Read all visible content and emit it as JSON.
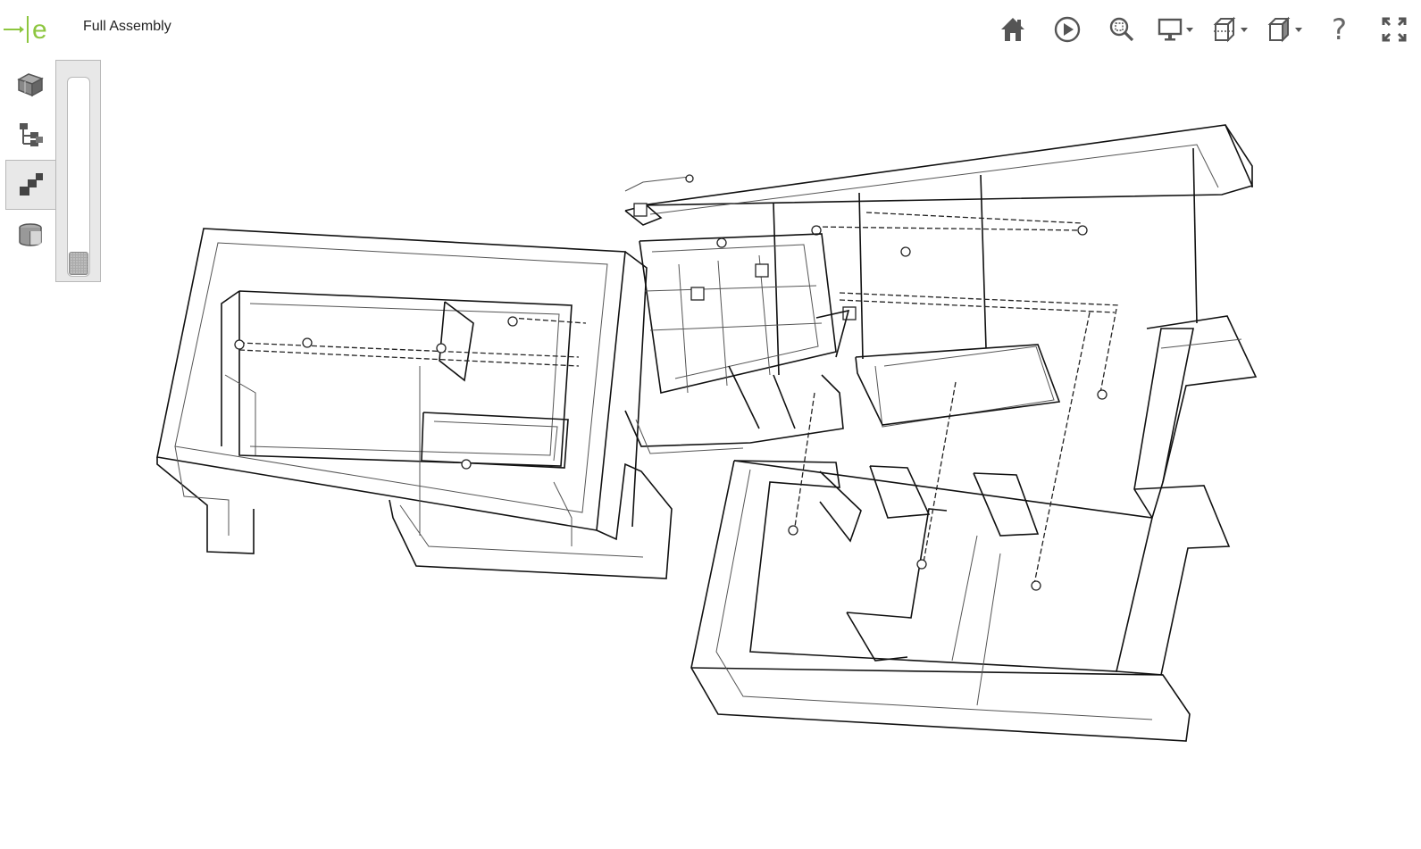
{
  "app": {
    "logo_text": "e",
    "title": "Full Assembly",
    "accent_color": "#8dc63f"
  },
  "toolbar": {
    "buttons": [
      {
        "name": "home",
        "icon": "home-icon"
      },
      {
        "name": "play-animation",
        "icon": "play-icon"
      },
      {
        "name": "zoom-fit",
        "icon": "zoom-icon"
      },
      {
        "name": "display-mode",
        "icon": "monitor-icon",
        "dropdown": true
      },
      {
        "name": "section",
        "icon": "section-cube-icon",
        "dropdown": true
      },
      {
        "name": "view-orientation",
        "icon": "cube-icon",
        "dropdown": true
      },
      {
        "name": "help",
        "icon": "help-icon",
        "label": "?"
      },
      {
        "name": "fullscreen",
        "icon": "fullscreen-icon"
      }
    ]
  },
  "side_tools": [
    {
      "name": "parts",
      "icon": "parts-cube-icon",
      "active": false
    },
    {
      "name": "assembly-tree",
      "icon": "tree-icon",
      "active": false
    },
    {
      "name": "explode",
      "icon": "explode-icon",
      "active": true
    },
    {
      "name": "measure",
      "icon": "section-cylinder-icon",
      "active": false
    }
  ],
  "explode_slider": {
    "value": 0.0
  },
  "viewport": {
    "content": "wireframe-3d-assembly",
    "background": "#ffffff",
    "line_color": "#111111"
  }
}
